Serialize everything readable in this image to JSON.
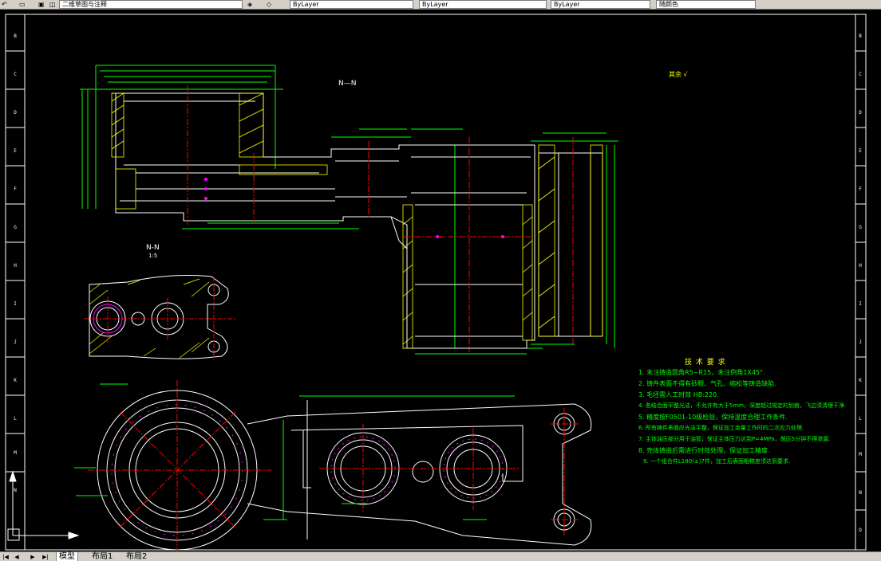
{
  "toolbar": {
    "workspace_label": "二维草图与注释",
    "layer_field": "ByLayer",
    "linetype_field": "ByLayer",
    "lineweight_field": "ByLayer",
    "plotstyle_field": "随颜色"
  },
  "frame": {
    "zone_labels_left": [
      "B",
      "C",
      "D",
      "E",
      "F",
      "G",
      "H",
      "I",
      "J",
      "K",
      "L",
      "M",
      "N"
    ],
    "zone_labels_right": [
      "B",
      "C",
      "D",
      "E",
      "F",
      "G",
      "H",
      "I",
      "J",
      "K",
      "L",
      "M",
      "N",
      "O"
    ]
  },
  "drawing": {
    "section_nn_top": "N—N",
    "section_nn_small": "N-N",
    "section_nn_scale": "1:5",
    "surface_note": "其余 √",
    "tech_title": "技 术 要 求",
    "tech_notes": [
      "1. 未注铸造圆角R5~R15，未注倒角1X45°.",
      "2. 铸件表面不得有砂眼、气孔、缩松等铸造缺陷.",
      "3. 毛坯需人工时效 HB:220.",
      "4. 各结合面平整光洁，不允许有大于5mm，深度超过规定的划痕，飞边须清理干净.",
      "5. 精度按F0501-10级检验，保持温度合理工作条件.",
      "6. 所有铸件表面应光洁平整，保证加工余量工作时的二次应力处理.",
      "7. 主体油压部分用于油管，保证主体压力达到P=4MPa，保压5分钟不得渗漏.",
      "8. 壳体铸造后需进行时效处理，保证加工精度.",
      "9. 一个组合件L180(±)7件，加工后表面粗糙度须达到要求."
    ]
  },
  "tabs": {
    "model": "模型",
    "layout1": "布局1",
    "layout2": "布局2"
  },
  "colors": {
    "background": "#000000",
    "outline": "#ffffff",
    "dimension": "#00ff00",
    "centerline": "#ff0000",
    "hatch": "#ffff00",
    "hole": "#ff00ff",
    "ui_gray": "#d4d0c8"
  }
}
